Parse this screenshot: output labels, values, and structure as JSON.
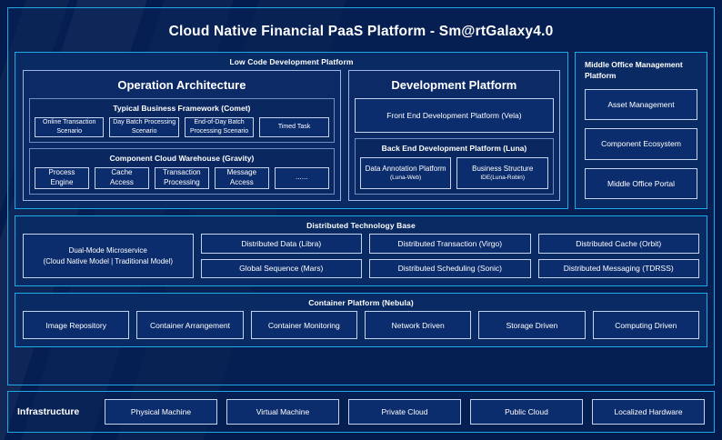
{
  "page": {
    "title": "Cloud Native Financial PaaS Platform - Sm@rtGalaxy4.0"
  },
  "colors": {
    "page_background": "#041c4d",
    "frame_border": "#1fa8e8",
    "group_background": "#0a2a63",
    "panel_border": "#9fb6e0",
    "chip_border": "#c5d3ec",
    "chip_background": "#0c2d6d",
    "text": "#ffffff"
  },
  "low_code": {
    "title": "Low Code Development Platform",
    "operation_architecture": {
      "title": "Operation Architecture",
      "typical_business_framework": {
        "title": "Typical Business Framework (Comet)",
        "items": [
          "Online Transaction\nScenario",
          "Day Batch Processing\nScenario",
          "End-of-Day Batch\nProcessing Scenario",
          "Timed Task"
        ]
      },
      "component_cloud_warehouse": {
        "title": "Component Cloud Warehouse (Gravity)",
        "items": [
          "Process\nEngine",
          "Cache\nAccess",
          "Transaction\nProcessing",
          "Message\nAccess",
          "......"
        ]
      }
    },
    "development_platform": {
      "title": "Development Platform",
      "front_end": "Front End Development Platform (Vela)",
      "back_end": {
        "title": "Back End Development Platform (Luna)",
        "items": [
          {
            "name": "Data Annotation\nPlatform",
            "sub": "(Luna-Web)"
          },
          {
            "name": "Business\nStructure",
            "sub": "IDE(Luna-Robin)"
          }
        ]
      }
    }
  },
  "middle_office": {
    "title": "Middle Office Management Platform",
    "items": [
      "Asset Management",
      "Component Ecosystem",
      "Middle Office Portal"
    ]
  },
  "distributed_technology_base": {
    "title": "Distributed Technology Base",
    "dual_mode": "Dual-Mode Microservice\n(Cloud Native Model | Traditional Model)",
    "columns": [
      [
        "Distributed Data (Libra)",
        "Global Sequence (Mars)"
      ],
      [
        "Distributed Transaction (Virgo)",
        "Distributed Scheduling (Sonic)"
      ],
      [
        "Distributed Cache (Orbit)",
        "Distributed Messaging (TDRSS)"
      ]
    ]
  },
  "container_platform": {
    "title": "Container Platform (Nebula)",
    "items": [
      "Image Repository",
      "Container Arrangement",
      "Container Monitoring",
      "Network Driven",
      "Storage Driven",
      "Computing Driven"
    ]
  },
  "infrastructure": {
    "label": "Infrastructure",
    "items": [
      "Physical Machine",
      "Virtual Machine",
      "Private Cloud",
      "Public Cloud",
      "Localized Hardware"
    ]
  }
}
